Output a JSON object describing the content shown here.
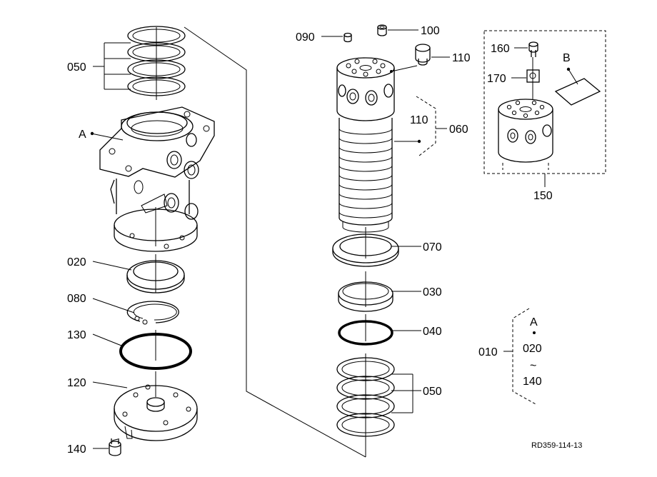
{
  "labels": {
    "p050_left": "050",
    "pA_left": "A",
    "p020": "020",
    "p080": "080",
    "p130": "130",
    "p120": "120",
    "p140": "140",
    "p090": "090",
    "p100": "100",
    "p110_top": "110",
    "p110_mid": "110",
    "p060": "060",
    "p070": "070",
    "p030": "030",
    "p040": "040",
    "p050_right": "050",
    "p160": "160",
    "p170": "170",
    "pB": "B",
    "p150": "150",
    "p010": "010",
    "range_A": "A",
    "range_from": "020",
    "range_tilde": "~",
    "range_to": "140"
  },
  "reference_code": "RD359-114-13"
}
